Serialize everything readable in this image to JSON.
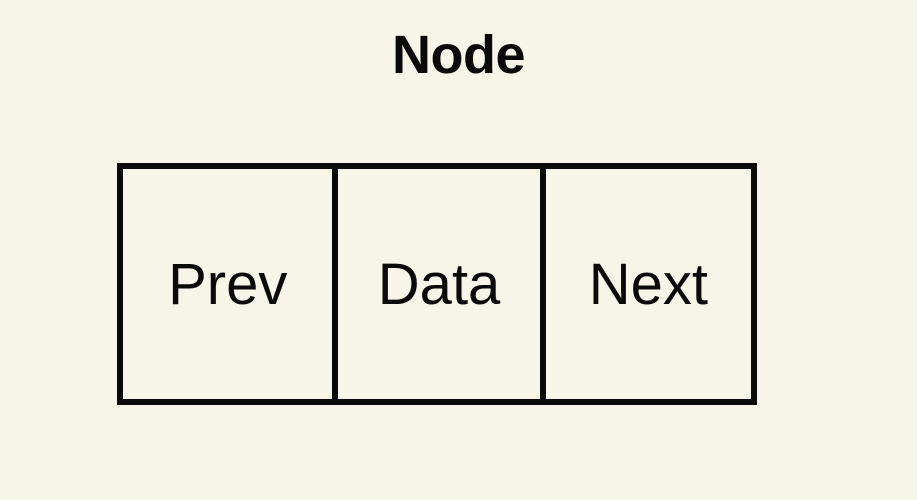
{
  "diagram": {
    "title": "Node",
    "colors": {
      "background": "#f7f4e8",
      "stroke": "#0a0a0a",
      "text": "#0a0a0a"
    },
    "cells": [
      {
        "label": "Prev"
      },
      {
        "label": "Data"
      },
      {
        "label": "Next"
      }
    ]
  }
}
